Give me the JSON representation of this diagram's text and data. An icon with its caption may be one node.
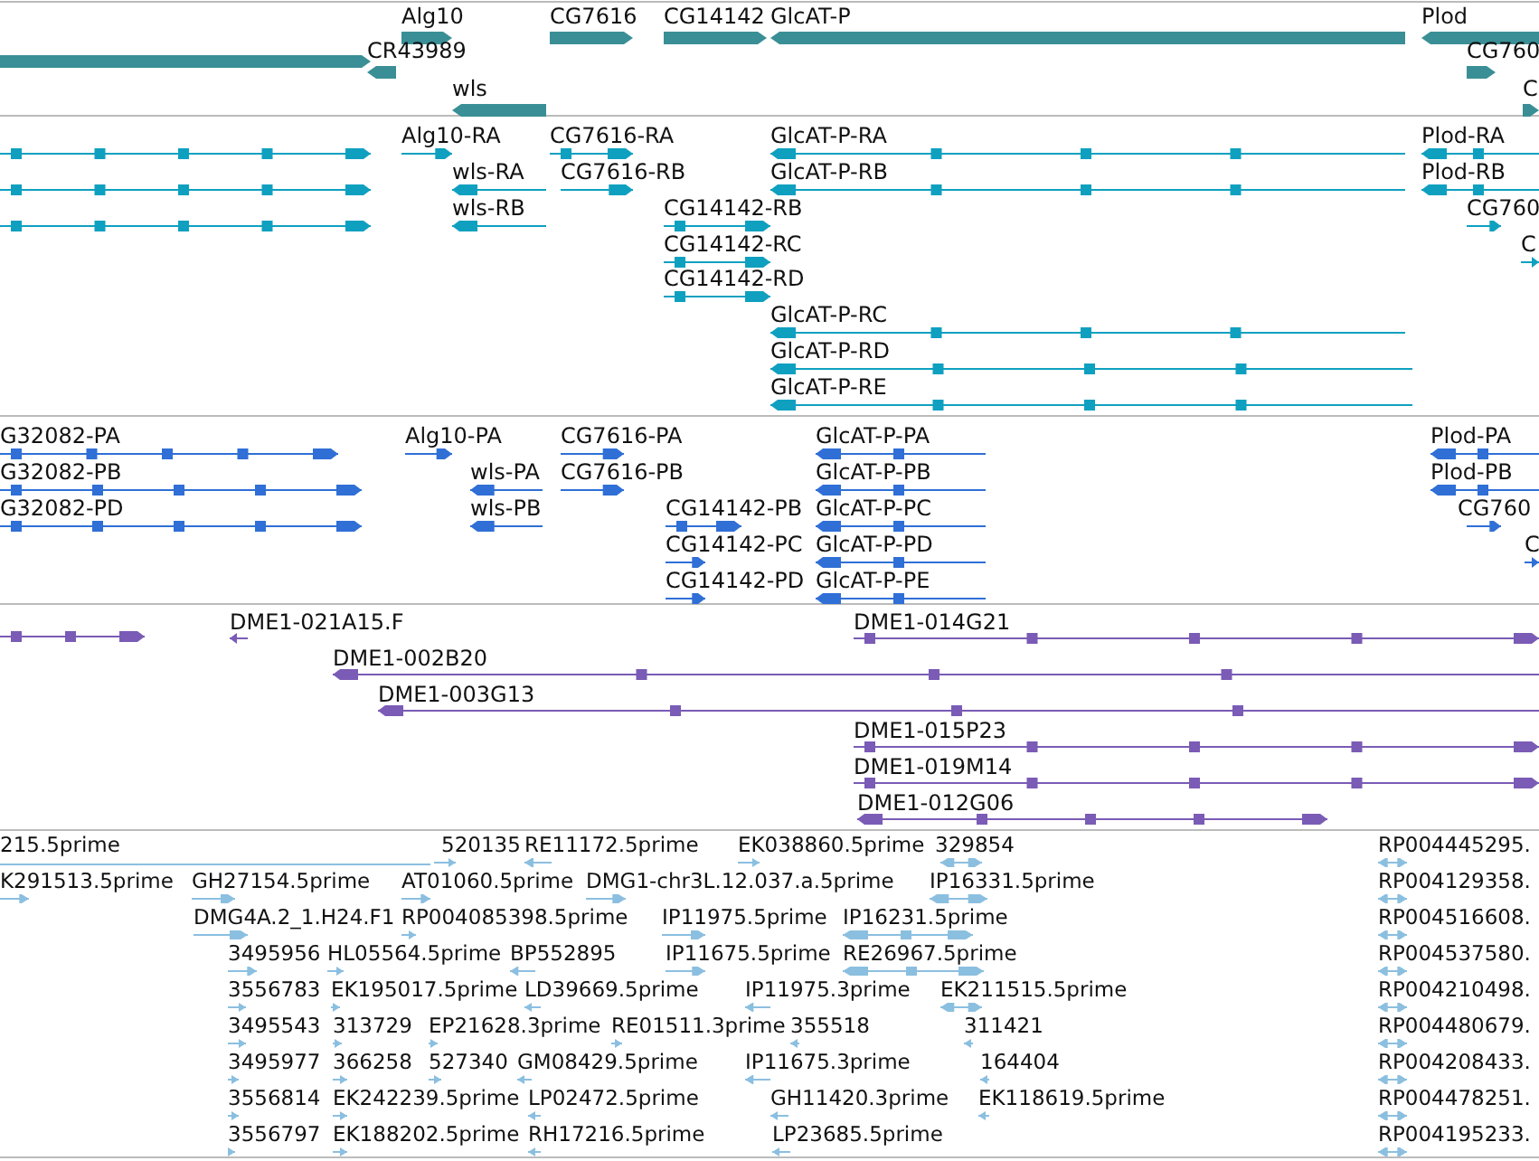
{
  "diagram": {
    "labels": [
      "Alg10",
      "CG7616",
      "CG14142",
      "GlcAT-P",
      "Plod",
      "CR43989",
      "CG760",
      "wls",
      "C",
      "Alg10-RA",
      "CG7616-RA",
      "GlcAT-P-RA",
      "Plod-RA",
      "wls-RA",
      "CG7616-RB",
      "GlcAT-P-RB",
      "Plod-RB",
      "wls-RB",
      "CG14142-RB",
      "CG760",
      "CG14142-RC",
      "C",
      "CG14142-RD",
      "GlcAT-P-RC",
      "GlcAT-P-RD",
      "GlcAT-P-RE",
      "G32082-PA",
      "Alg10-PA",
      "CG7616-PA",
      "GlcAT-P-PA",
      "Plod-PA",
      "G32082-PB",
      "wls-PA",
      "CG7616-PB",
      "GlcAT-P-PB",
      "Plod-PB",
      "G32082-PD",
      "wls-PB",
      "CG14142-PB",
      "GlcAT-P-PC",
      "CG760",
      "CG14142-PC",
      "GlcAT-P-PD",
      "C",
      "CG14142-PD",
      "GlcAT-P-PE",
      "DME1-021A15.F",
      "DME1-014G21",
      "DME1-002B20",
      "DME1-003G13",
      "DME1-015P23",
      "DME1-019M14",
      "DME1-012G06",
      "215.5prime",
      "520135",
      "RE11172.5prime",
      "EK038860.5prime",
      "329854",
      "RP004445295.",
      "K291513.5prime",
      "GH27154.5prime",
      "AT01060.5prime",
      "DMG1-chr3L.12.037.a.5prime",
      "IP16331.5prime",
      "RP004129358.",
      "DMG4A.2_1.H24.F1",
      "RP004085398.5prime",
      "IP11975.5prime",
      "IP16231.5prime",
      "RP004516608.",
      "3495956",
      "HL05564.5prime",
      "BP552895",
      "IP11675.5prime",
      "RE26967.5prime",
      "RP004537580.",
      "3556783",
      "EK195017.5prime",
      "LD39669.5prime",
      "IP11975.3prime",
      "EK211515.5prime",
      "RP004210498.",
      "3495543",
      "313729",
      "EP21628.3prime",
      "RE01511.3prime",
      "355518",
      "311421",
      "RP004480679.",
      "3495977",
      "366258",
      "527340",
      "GM08429.5prime",
      "IP11675.3prime",
      "164404",
      "RP004208433.",
      "3556814",
      "EK242239.5prime",
      "LP02472.5prime",
      "GH11420.3prime",
      "EK118619.5prime",
      "RP004478251.",
      "3556797",
      "EK188202.5prime",
      "RH17216.5prime",
      "LP23685.5prime",
      "RP004195233."
    ]
  }
}
